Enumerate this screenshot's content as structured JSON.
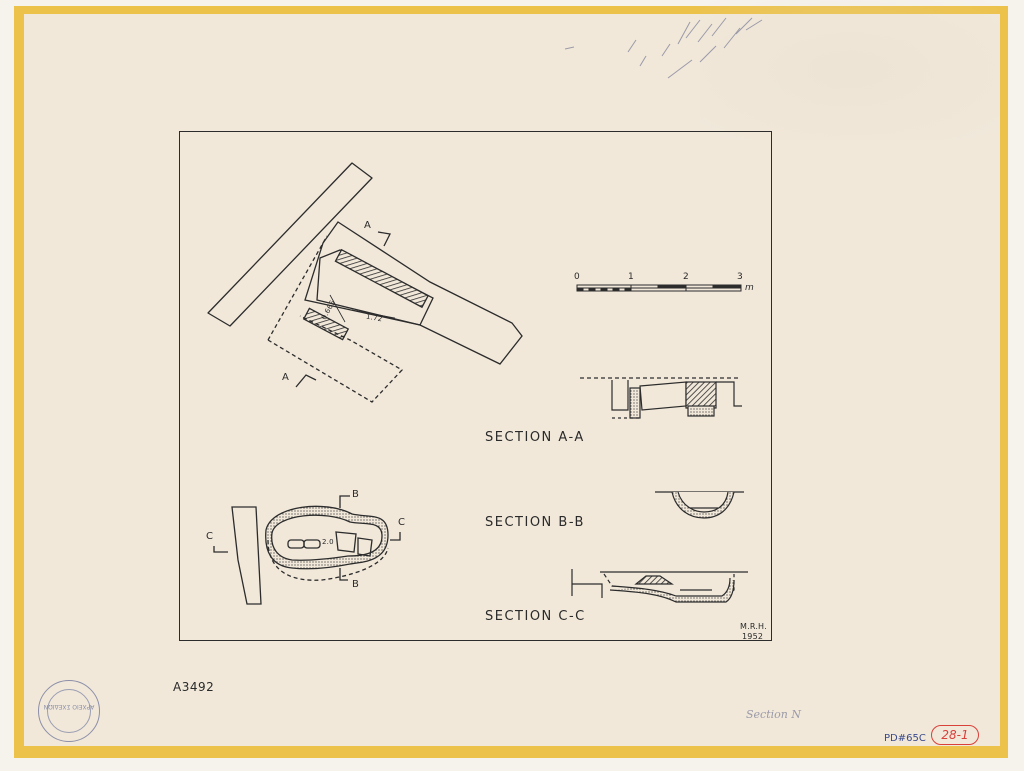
{
  "sections": {
    "aa": "SECTION A-A",
    "bb": "SECTION B-B",
    "cc": "SECTION C-C"
  },
  "plan_markers": {
    "a_top": "A",
    "a_bottom": "A",
    "b_top": "B",
    "b_bottom": "B",
    "c_left": "C",
    "c_right": "C"
  },
  "dimensions": {
    "width": "0.665",
    "length": "1.72",
    "oval": "2.0"
  },
  "scale_bar": {
    "ticks": [
      "0",
      "1",
      "2",
      "3"
    ],
    "unit": "m"
  },
  "signature": {
    "initials": "M.R.H.",
    "year": "1952"
  },
  "archive": {
    "id": "A3492",
    "stamp_text": "ΑΡΧΕΙΟ ΣΧΕΔΙΩΝ",
    "pencil_note": "Section N",
    "reference": "PD#65C",
    "tag": "28-1"
  },
  "colors": {
    "paper": "#f1e8da",
    "tape": "#ecc24a",
    "ink": "#2c2c2c",
    "stamp": "#8c8fa8",
    "tag": "#d9403a"
  }
}
